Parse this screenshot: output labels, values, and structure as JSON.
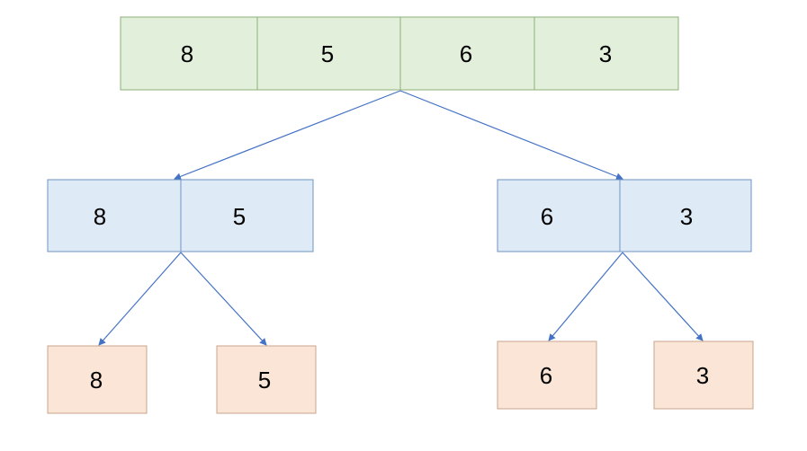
{
  "colors": {
    "root_fill": "#e2efda",
    "root_stroke": "#8eb07a",
    "mid_fill": "#deebf7",
    "mid_stroke": "#6f93c0",
    "leaf_fill": "#fbe5d6",
    "leaf_stroke": "#c8a58c",
    "arrow": "#4472c4"
  },
  "diagram": {
    "root": {
      "values": [
        "8",
        "5",
        "6",
        "3"
      ]
    },
    "left_half": {
      "values": [
        "8",
        "5"
      ],
      "leaves": [
        "8",
        "5"
      ]
    },
    "right_half": {
      "values": [
        "6",
        "3"
      ],
      "leaves": [
        "6",
        "3"
      ]
    }
  }
}
